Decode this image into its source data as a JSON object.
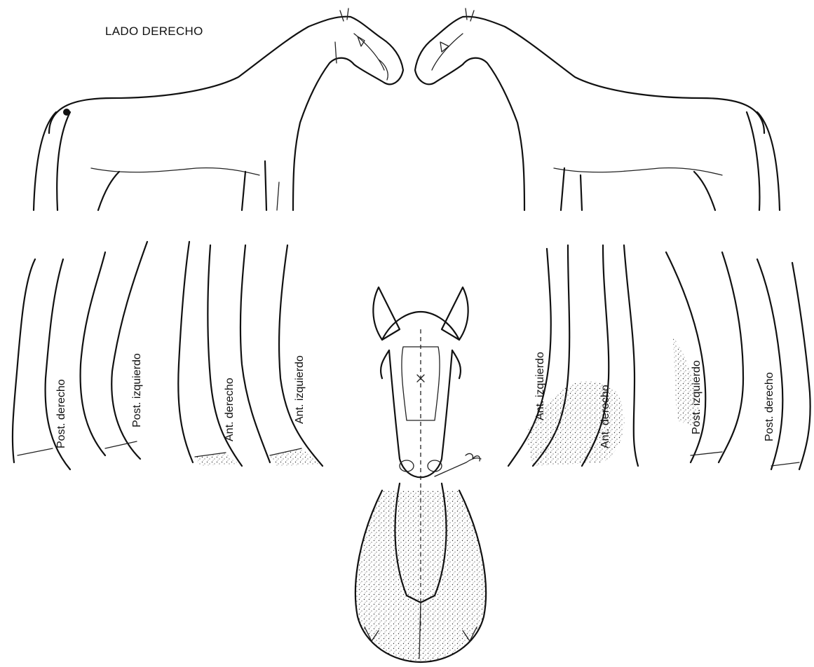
{
  "title": "LADO DERECHO",
  "left_legs": [
    {
      "label": "Post. derecho"
    },
    {
      "label": "Post. izquierdo"
    },
    {
      "label": "Ant. derecho"
    },
    {
      "label": "Ant. izquierdo"
    }
  ],
  "right_legs": [
    {
      "label": "Ant. izquierdo"
    },
    {
      "label": "Ant. derecho"
    },
    {
      "label": "Post. izquierdo"
    },
    {
      "label": "Post. derecho"
    }
  ],
  "stroke_color": "#111111",
  "background": "#ffffff"
}
